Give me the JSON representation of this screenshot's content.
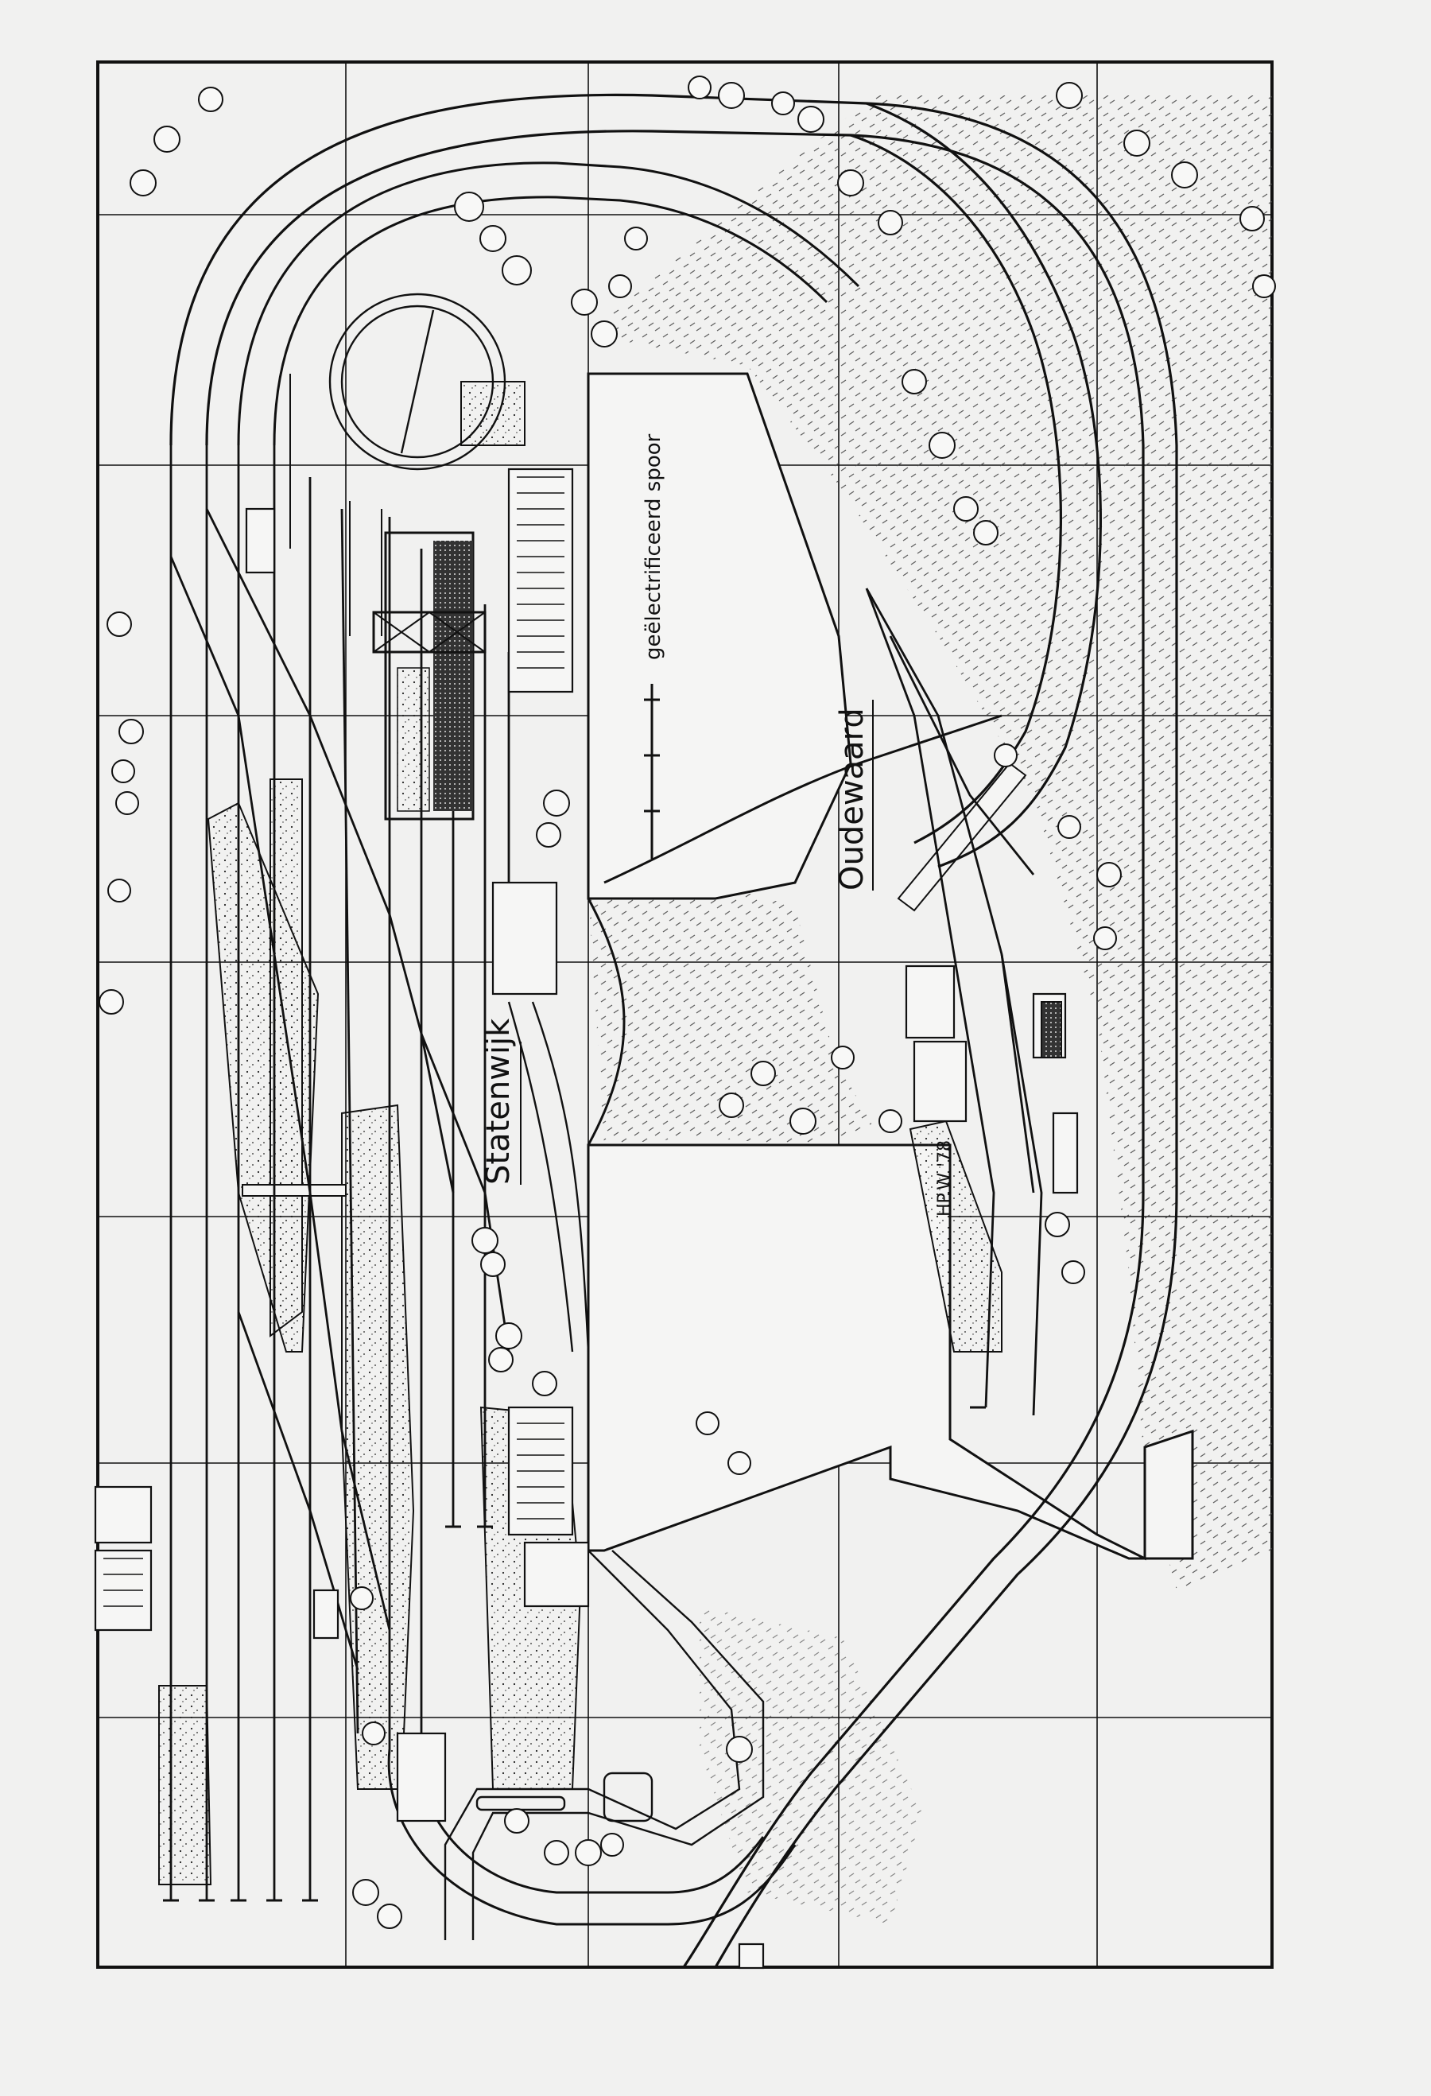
{
  "labels": {
    "station_main": "Statenwijk",
    "station_branch": "Oudewaard",
    "legend_text": "geëlectrificeerd spoor",
    "signature": "HP.W '78"
  },
  "colors": {
    "paper": "#f1f1f0",
    "ink": "#111111"
  },
  "icons": [
    "tree-icon",
    "building-icon",
    "turntable-icon",
    "fuel-tank-icon"
  ]
}
